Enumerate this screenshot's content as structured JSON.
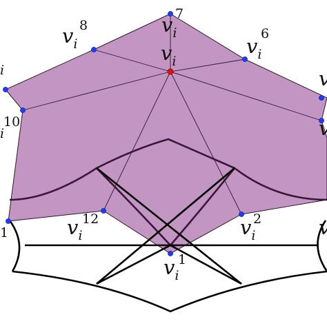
{
  "diagram": {
    "colors": {
      "fill": "#bb86bb",
      "stroke": "#2a1a2a",
      "bold_curve": "#3a1638",
      "vertex_dot": "#1e3cff",
      "center_dot": "#e01010"
    },
    "labels": {
      "center": {
        "base": "v",
        "sub": "i",
        "sup": ""
      },
      "v1": {
        "base": "v",
        "sub": "i",
        "sup": "1"
      },
      "v2": {
        "base": "v",
        "sub": "i",
        "sup": "2"
      },
      "v6": {
        "base": "v",
        "sub": "i",
        "sup": "6"
      },
      "v7": {
        "base": "v",
        "sub": "i",
        "sup": "7"
      },
      "v8": {
        "base": "v",
        "sub": "i",
        "sup": "8"
      },
      "v10": {
        "base": "",
        "sub": "i",
        "sup": "10"
      },
      "v12": {
        "base": "v",
        "sub": "i",
        "sup": "12"
      },
      "left_top_fragment": "i",
      "left_bottom_fragment": "1",
      "right_top_fragment": "v",
      "right_mid_fragment": "v"
    }
  }
}
